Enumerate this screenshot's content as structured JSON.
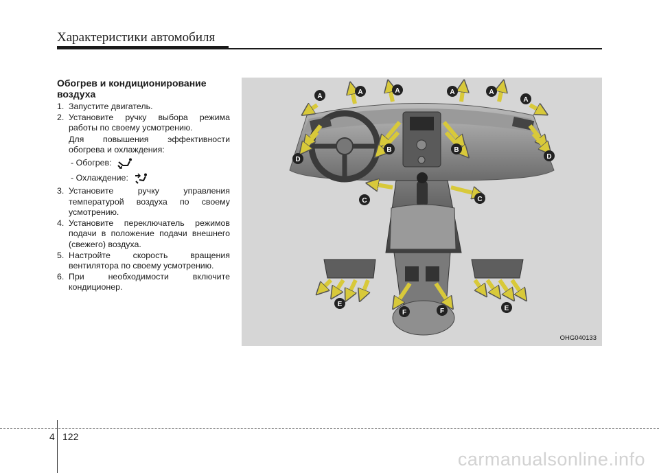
{
  "header": {
    "title": "Характеристики автомобиля"
  },
  "section": {
    "heading": "Обогрев и кондиционирование воздуха",
    "steps": [
      {
        "num": "1.",
        "text": "Запустите двигатель."
      },
      {
        "num": "2.",
        "text": "Установите ручку выбора режима работы по своему усмотрению."
      },
      {
        "note": "Для повышения эффективности обогрева и охлаждения:"
      },
      {
        "mode_heat": "- Обогрев:"
      },
      {
        "mode_cool": "- Охлаждение:"
      },
      {
        "num": "3.",
        "text": "Установите ручку управления температурой воздуха по своему усмотрению."
      },
      {
        "num": "4.",
        "text": "Установите переключатель режимов подачи в положение подачи внешнего (свежего) воздуха."
      },
      {
        "num": "5.",
        "text": "Настройте скорость вращения вентилятора по своему усмотрению."
      },
      {
        "num": "6.",
        "text": "При необходимости включите кондиционер."
      }
    ]
  },
  "figure": {
    "code": "OHG040133",
    "vent_labels": [
      "A",
      "A",
      "A",
      "A",
      "A",
      "A",
      "B",
      "B",
      "C",
      "C",
      "D",
      "D",
      "E",
      "E",
      "F",
      "F"
    ],
    "icons": {
      "heat": "floor-heat-mode-icon",
      "cool": "face-floor-mode-icon"
    }
  },
  "footer": {
    "chapter": "4",
    "page": "122",
    "watermark": "carmanualsonline.info"
  }
}
